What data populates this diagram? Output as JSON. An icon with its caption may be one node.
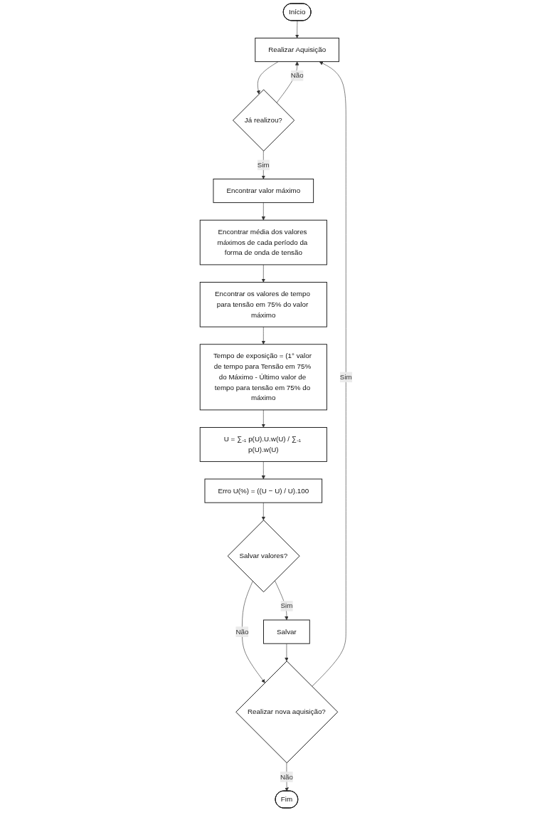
{
  "diagram": {
    "nodes": [
      {
        "text": [
          "Início"
        ]
      },
      {
        "text": [
          "Realizar Aquisição"
        ]
      },
      {
        "text": [
          "Já realizou?"
        ]
      },
      {
        "text": [
          "Encontrar valor máximo"
        ]
      },
      {
        "text": [
          "Encontrar média dos valores máximos de cada período da forma de onda de tensão"
        ]
      },
      {
        "text": [
          "Encontrar os valores de tempo para tensão em 75% do valor máximo"
        ]
      },
      {
        "text": [
          "Tempo de exposição = (1° valor de tempo para Tensão em 75% do Máximo - Último valor de tempo para tensão em 75% do máximo"
        ]
      },
      {
        "text": [
          "U = ∑₋₁ p(U).U.w(U) / ∑₋₁ p(U).w(U)"
        ]
      },
      {
        "text": [
          "Erro U(%) = ((U − U) / U).100"
        ]
      },
      {
        "text": [
          "Salvar valores?"
        ]
      },
      {
        "text": [
          "Salvar"
        ]
      },
      {
        "text": [
          "Realizar nova aquisição?"
        ]
      },
      {
        "text": [
          "Fim"
        ]
      }
    ],
    "edges": [
      {
        "from": 0,
        "to": 1,
        "arrow": "to"
      },
      {
        "from": 1,
        "to": 2,
        "arrow": "to"
      },
      {
        "from": 2,
        "to": 1,
        "arrow": "to",
        "label": "Não"
      },
      {
        "from": 2,
        "to": 3,
        "arrow": "to",
        "label": "Sim"
      },
      {
        "from": 3,
        "to": 4,
        "arrow": "to"
      },
      {
        "from": 4,
        "to": 5,
        "arrow": "to"
      },
      {
        "from": 5,
        "to": 6,
        "arrow": "to"
      },
      {
        "from": 6,
        "to": 7,
        "arrow": "to"
      },
      {
        "from": 7,
        "to": 8,
        "arrow": "to"
      },
      {
        "from": 8,
        "to": 9,
        "arrow": "to"
      },
      {
        "from": 9,
        "to": 10,
        "arrow": "to",
        "label": "Sim"
      },
      {
        "from": 9,
        "to": 11,
        "arrow": "to",
        "label": "Não"
      },
      {
        "from": 10,
        "to": 11,
        "arrow": "to"
      },
      {
        "from": 11,
        "to": 1,
        "arrow": "to",
        "label": "Sim"
      },
      {
        "from": 11,
        "to": 12,
        "arrow": "to",
        "label": "Não"
      }
    ]
  }
}
